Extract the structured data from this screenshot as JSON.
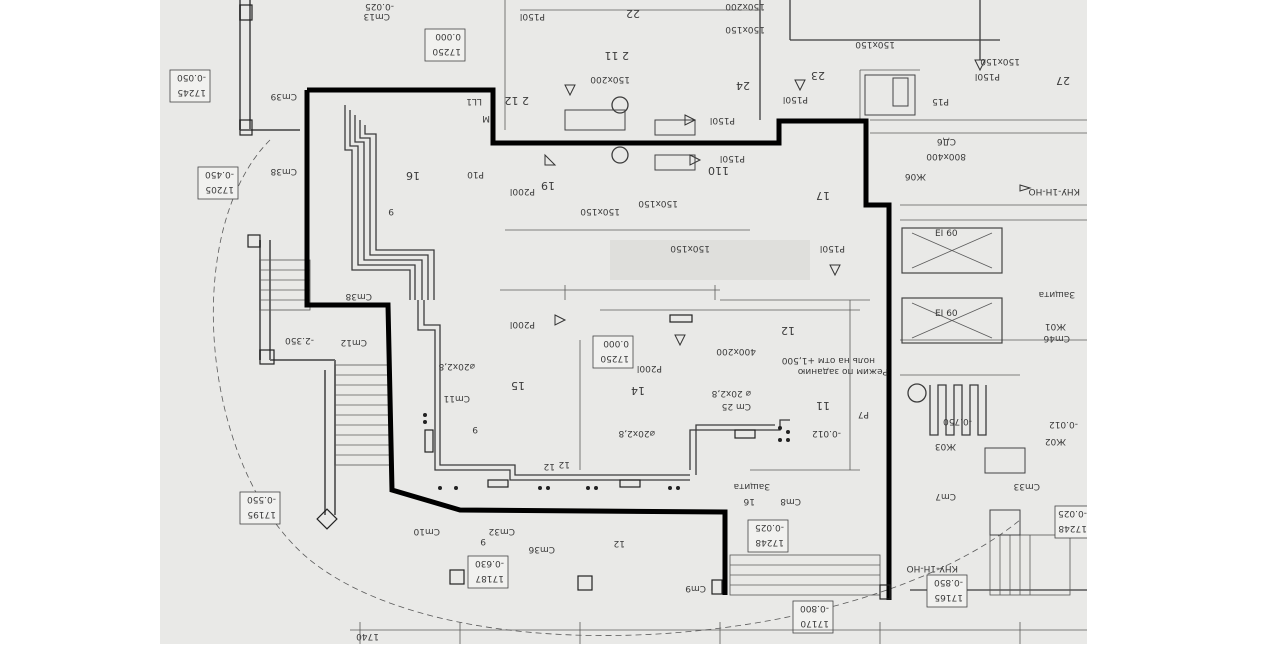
{
  "colors": {
    "paper": "#e9e9e7",
    "ink": "#3a3a3a",
    "outline": "#000000",
    "background": "#ffffff"
  },
  "rooms": [
    {
      "id": "r22",
      "text": "22"
    },
    {
      "id": "r23",
      "text": "23"
    },
    {
      "id": "r24",
      "text": "24"
    },
    {
      "id": "r27",
      "text": "27"
    },
    {
      "id": "r16",
      "text": "16"
    },
    {
      "id": "r19",
      "text": "19"
    },
    {
      "id": "r110",
      "text": "110"
    },
    {
      "id": "r17",
      "text": "17"
    },
    {
      "id": "r15",
      "text": "15"
    },
    {
      "id": "r14",
      "text": "14"
    },
    {
      "id": "r12",
      "text": "12"
    },
    {
      "id": "r11",
      "text": "11"
    },
    {
      "id": "r212",
      "text": "2 12"
    },
    {
      "id": "r211",
      "text": "2 11"
    }
  ],
  "elevations": [
    {
      "id": "e1",
      "top": "17245",
      "bottom": "-0.050"
    },
    {
      "id": "e2",
      "top": "17205",
      "bottom": "-0.450"
    },
    {
      "id": "e3",
      "top": "17250",
      "bottom": "0.000"
    },
    {
      "id": "e4",
      "top": "17250",
      "bottom": "0.000"
    },
    {
      "id": "e5",
      "top": "17195",
      "bottom": "-0.550"
    },
    {
      "id": "e6",
      "top": "17187",
      "bottom": "-0.630"
    },
    {
      "id": "e7",
      "top": "17248",
      "bottom": "-0.025"
    },
    {
      "id": "e8",
      "top": "17170",
      "bottom": "-0.800"
    },
    {
      "id": "e9",
      "top": "17165",
      "bottom": "-0.850"
    },
    {
      "id": "e10",
      "top": "17248",
      "bottom": "-0.025"
    }
  ],
  "labels": {
    "p150l": "P150l",
    "p15": "P15",
    "p10": "P10",
    "p200l": "P200l",
    "p200l_b": "P200l",
    "p200l_c": "P200l",
    "p7": "P7",
    "p150l_b": "P150l",
    "p150l_c": "P150l",
    "p150l_d": "P150l",
    "p150l_e": "P150l",
    "p150l_f": "P150l",
    "d150x200": "150x200",
    "d150x150": "150x150",
    "d150x150b": "150x150",
    "d150x150c": "150x150",
    "d150x150d": "150x150",
    "d150x200b": "150x200",
    "d800x400": "800x400",
    "d400x200": "400x200",
    "d150x150e": "150x150",
    "d150x150f": "150x150",
    "sd6": "СД6",
    "zh06": "Ж06",
    "zh01": "Ж01",
    "zh02": "Ж02",
    "zh03": "Ж03",
    "cm39": "Cm39",
    "cm38": "Cm38",
    "cm38b": "Cm38",
    "cm12": "Cm12",
    "cm11": "Cm11",
    "cm10": "Cm10",
    "cm32": "Cm32",
    "cm36": "Cm36",
    "cm9": "Cm9",
    "cm8": "Cm8",
    "cm25": "Cm 25",
    "cm7": "Cm7",
    "cm33": "Cm33",
    "cm46": "Cm46",
    "cm13": "Cm13",
    "pipe1": "⌀20x2,8",
    "pipe2": "⌀20x2,8",
    "pipe3": "⌀ 20x2,8",
    "mode": "Режим по заданию",
    "zero": "ноль на отм +1,500",
    "zashchita": "Защита",
    "zashchita2": "Защита",
    "kns": "КНУ-1Н-НО",
    "kns2": "КНУ-1Н-НО",
    "t12": "12",
    "t9": "9",
    "t9b": "9",
    "t6": "9",
    "t16": "16",
    "t12b": "12",
    "l12": "12",
    "m2350": "-2.350",
    "m0750": "-0.750",
    "m0012": "-0.012",
    "m0012b": "-0.012",
    "m0025": "-0.025",
    "ei60": "EI 60",
    "ei60b": "EI 60",
    "ll1": "LL1",
    "wm": "М",
    "dim_bottom": "1740"
  }
}
